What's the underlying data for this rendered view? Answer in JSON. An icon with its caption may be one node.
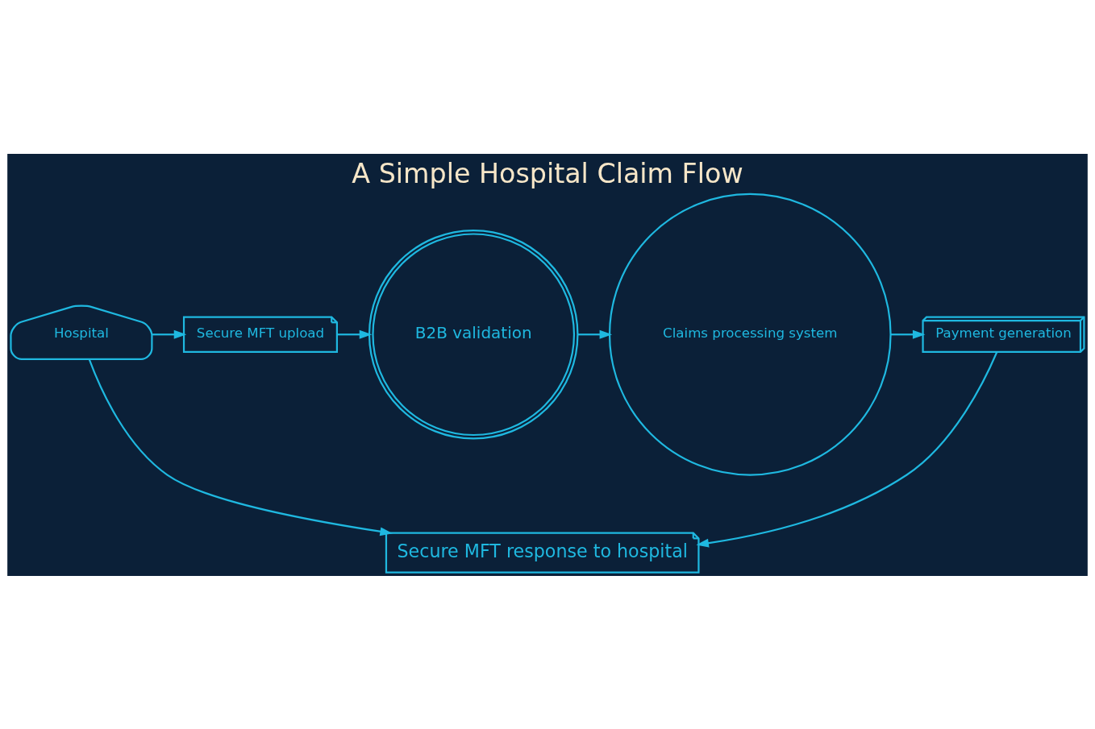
{
  "diagram": {
    "title": "A Simple Hospital Claim Flow",
    "nodes": [
      {
        "text": [
          "Hospital"
        ]
      },
      {
        "text": [
          "Secure MFT upload"
        ]
      },
      {
        "text": [
          "B2B validation"
        ]
      },
      {
        "text": [
          "Claims processing system"
        ]
      },
      {
        "text": [
          "Payment generation"
        ]
      },
      {
        "text": [
          "Secure MFT response to hospital"
        ]
      }
    ],
    "edges": [
      {
        "from": 0,
        "to": 1,
        "arrow": "to"
      },
      {
        "from": 1,
        "to": 2,
        "arrow": "to"
      },
      {
        "from": 2,
        "to": 3,
        "arrow": "to"
      },
      {
        "from": 3,
        "to": 4,
        "arrow": "to"
      },
      {
        "from": 0,
        "to": 5,
        "arrow": "to"
      },
      {
        "from": 4,
        "to": 5,
        "arrow": "to"
      }
    ]
  }
}
